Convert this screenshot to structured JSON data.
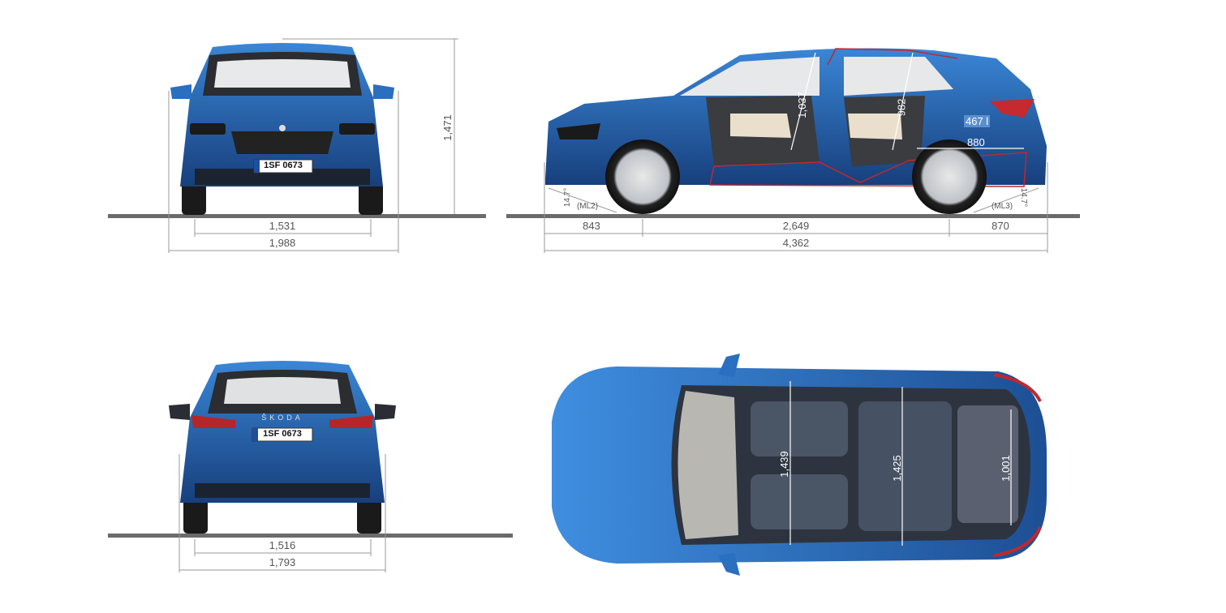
{
  "colors": {
    "body": "#2a6fc0",
    "body_dark": "#163e78",
    "ground": "#6b6b6b",
    "dim_line": "#9a9a9a",
    "red_outline": "#c0282d"
  },
  "front_view": {
    "height": "1,471",
    "track": "1,531",
    "width_mirrors": "1,988",
    "plate": "1SF 0673"
  },
  "side_view": {
    "front_headroom": "1,037",
    "rear_headroom": "982",
    "boot_volume": "467 l",
    "boot_length": "880",
    "approach_angle": "14.7°",
    "approach_label": "(ML2)",
    "departure_angle": "14.7°",
    "departure_label": "(ML3)",
    "front_overhang": "843",
    "wheelbase": "2,649",
    "rear_overhang": "870",
    "length": "4,362"
  },
  "rear_view": {
    "brand": "ŠKODA",
    "plate": "1SF 0673",
    "track": "1,516",
    "width": "1,793"
  },
  "top_view": {
    "front_elbow_width": "1,439",
    "rear_elbow_width": "1,425",
    "boot_width": "1,001"
  }
}
